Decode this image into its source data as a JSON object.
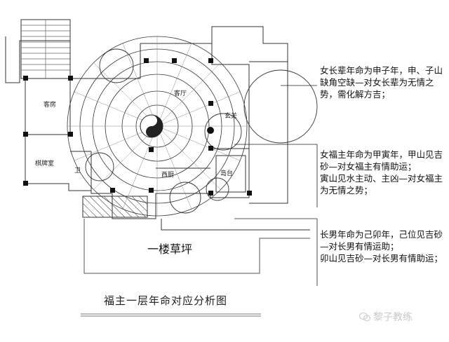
{
  "notes": {
    "n1": "女长辈年命为申子年，申、子山缺角空缺—对女长辈为无情之势，需化解方吉；",
    "n2": "女福主年命为甲寅年，甲山见吉砂—对女福主有情助运；\n寅山见水主动、主凶—对女福主为无情之势；",
    "n3": "长男年命为己卯年，己位见吉砂—对长男有情运助；\n卯山见吉砂—对长男有情助运；"
  },
  "rooms": {
    "guest": "客房",
    "chess": "棋牌室",
    "living": "客厅",
    "foyer": "玄关",
    "kitchen": "西厨",
    "island": "岛台",
    "bath": "卫"
  },
  "lawn_label": "一楼草坪",
  "caption": "福主一层年命对应分析图",
  "watermark": "黎子教练",
  "colors": {
    "line": "#222222",
    "accent": "#000000",
    "watermark": "#c9c9c9"
  }
}
